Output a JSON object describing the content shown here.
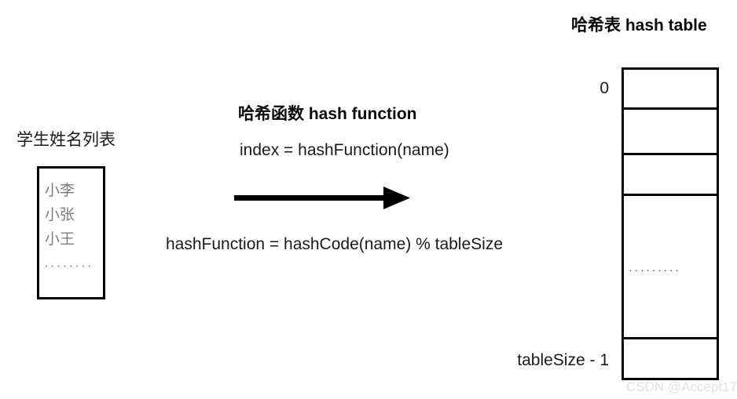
{
  "diagram": {
    "title_left": "学生姓名列表",
    "title_middle": "哈希函数 hash function",
    "title_right": "哈希表 hash table"
  },
  "student_list": {
    "caption": "学生姓名列表",
    "names": [
      "小李",
      "小张",
      "小王"
    ],
    "ellipsis": "········"
  },
  "hash_function": {
    "heading": "哈希函数 hash function",
    "formula_index": "index = hashFunction(name)",
    "formula_definition": "hashFunction = hashCode(name) % tableSize",
    "arrow_icon": "arrow-right-icon"
  },
  "hash_table": {
    "heading": "哈希表 hash table",
    "index_first": "0",
    "index_last": "tableSize - 1",
    "cell_ellipsis": "·········",
    "cell_count": 5,
    "cells": [
      "",
      "",
      "",
      "",
      ""
    ]
  },
  "watermark": {
    "text": "CSDN @Accept17"
  },
  "colors": {
    "stroke": "#000000",
    "text": "#1a1a1a",
    "muted_text": "#7d7d7d",
    "watermark": "#e2e2e2",
    "background": "#ffffff"
  }
}
